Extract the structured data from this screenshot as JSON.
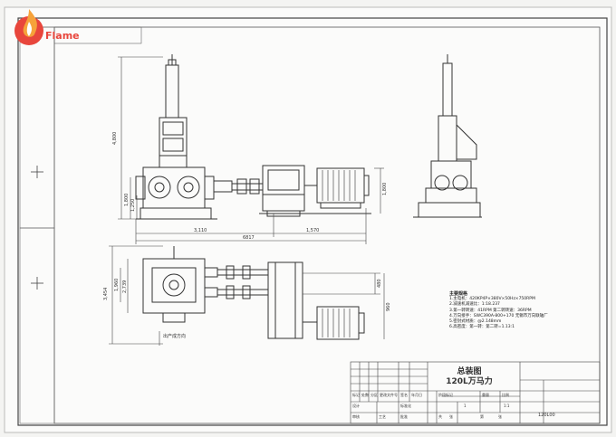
{
  "brand": {
    "name": "Flame",
    "color": "#e8463c"
  },
  "dimensions": {
    "front_height": "4,800",
    "front_left_small": "1,800",
    "front_left_small2": "1,250",
    "bottom_left": "3,110",
    "bottom_right": "1,570",
    "overall": "6817",
    "right_height": "1,800",
    "plan_depth": "2,739",
    "plan_inner": "1,960",
    "plan_total": "3,454",
    "plan_right1": "480",
    "plan_right2": "960",
    "plan_label": "出产成方向"
  },
  "notes": {
    "title": "主要规格",
    "lines": [
      "1.主电机：420KP4P×380V×50Hz×750RPM",
      "2.减速机减速比：1:18.237",
      "3.第一转转速：41RPM  第二转转速：36RPM",
      "4.万向接手：SWC390A-800+170  无锡市万向联轴厂",
      "5.密封式材质：@2.148mm",
      "6.高密度：第一转：第二转=1.13:1"
    ]
  },
  "title_block": {
    "title1": "总装图",
    "title2": "120L万马力",
    "code": "120L00",
    "labels": [
      "标记",
      "处数",
      "分区",
      "更改文件号",
      "签名",
      "年月日",
      "设计",
      "标准化",
      "阶段标记",
      "重量",
      "比例",
      "审核",
      "工艺",
      "批准",
      "共",
      "张",
      "第",
      "张"
    ],
    "scale": "1:1",
    "count": "1"
  }
}
